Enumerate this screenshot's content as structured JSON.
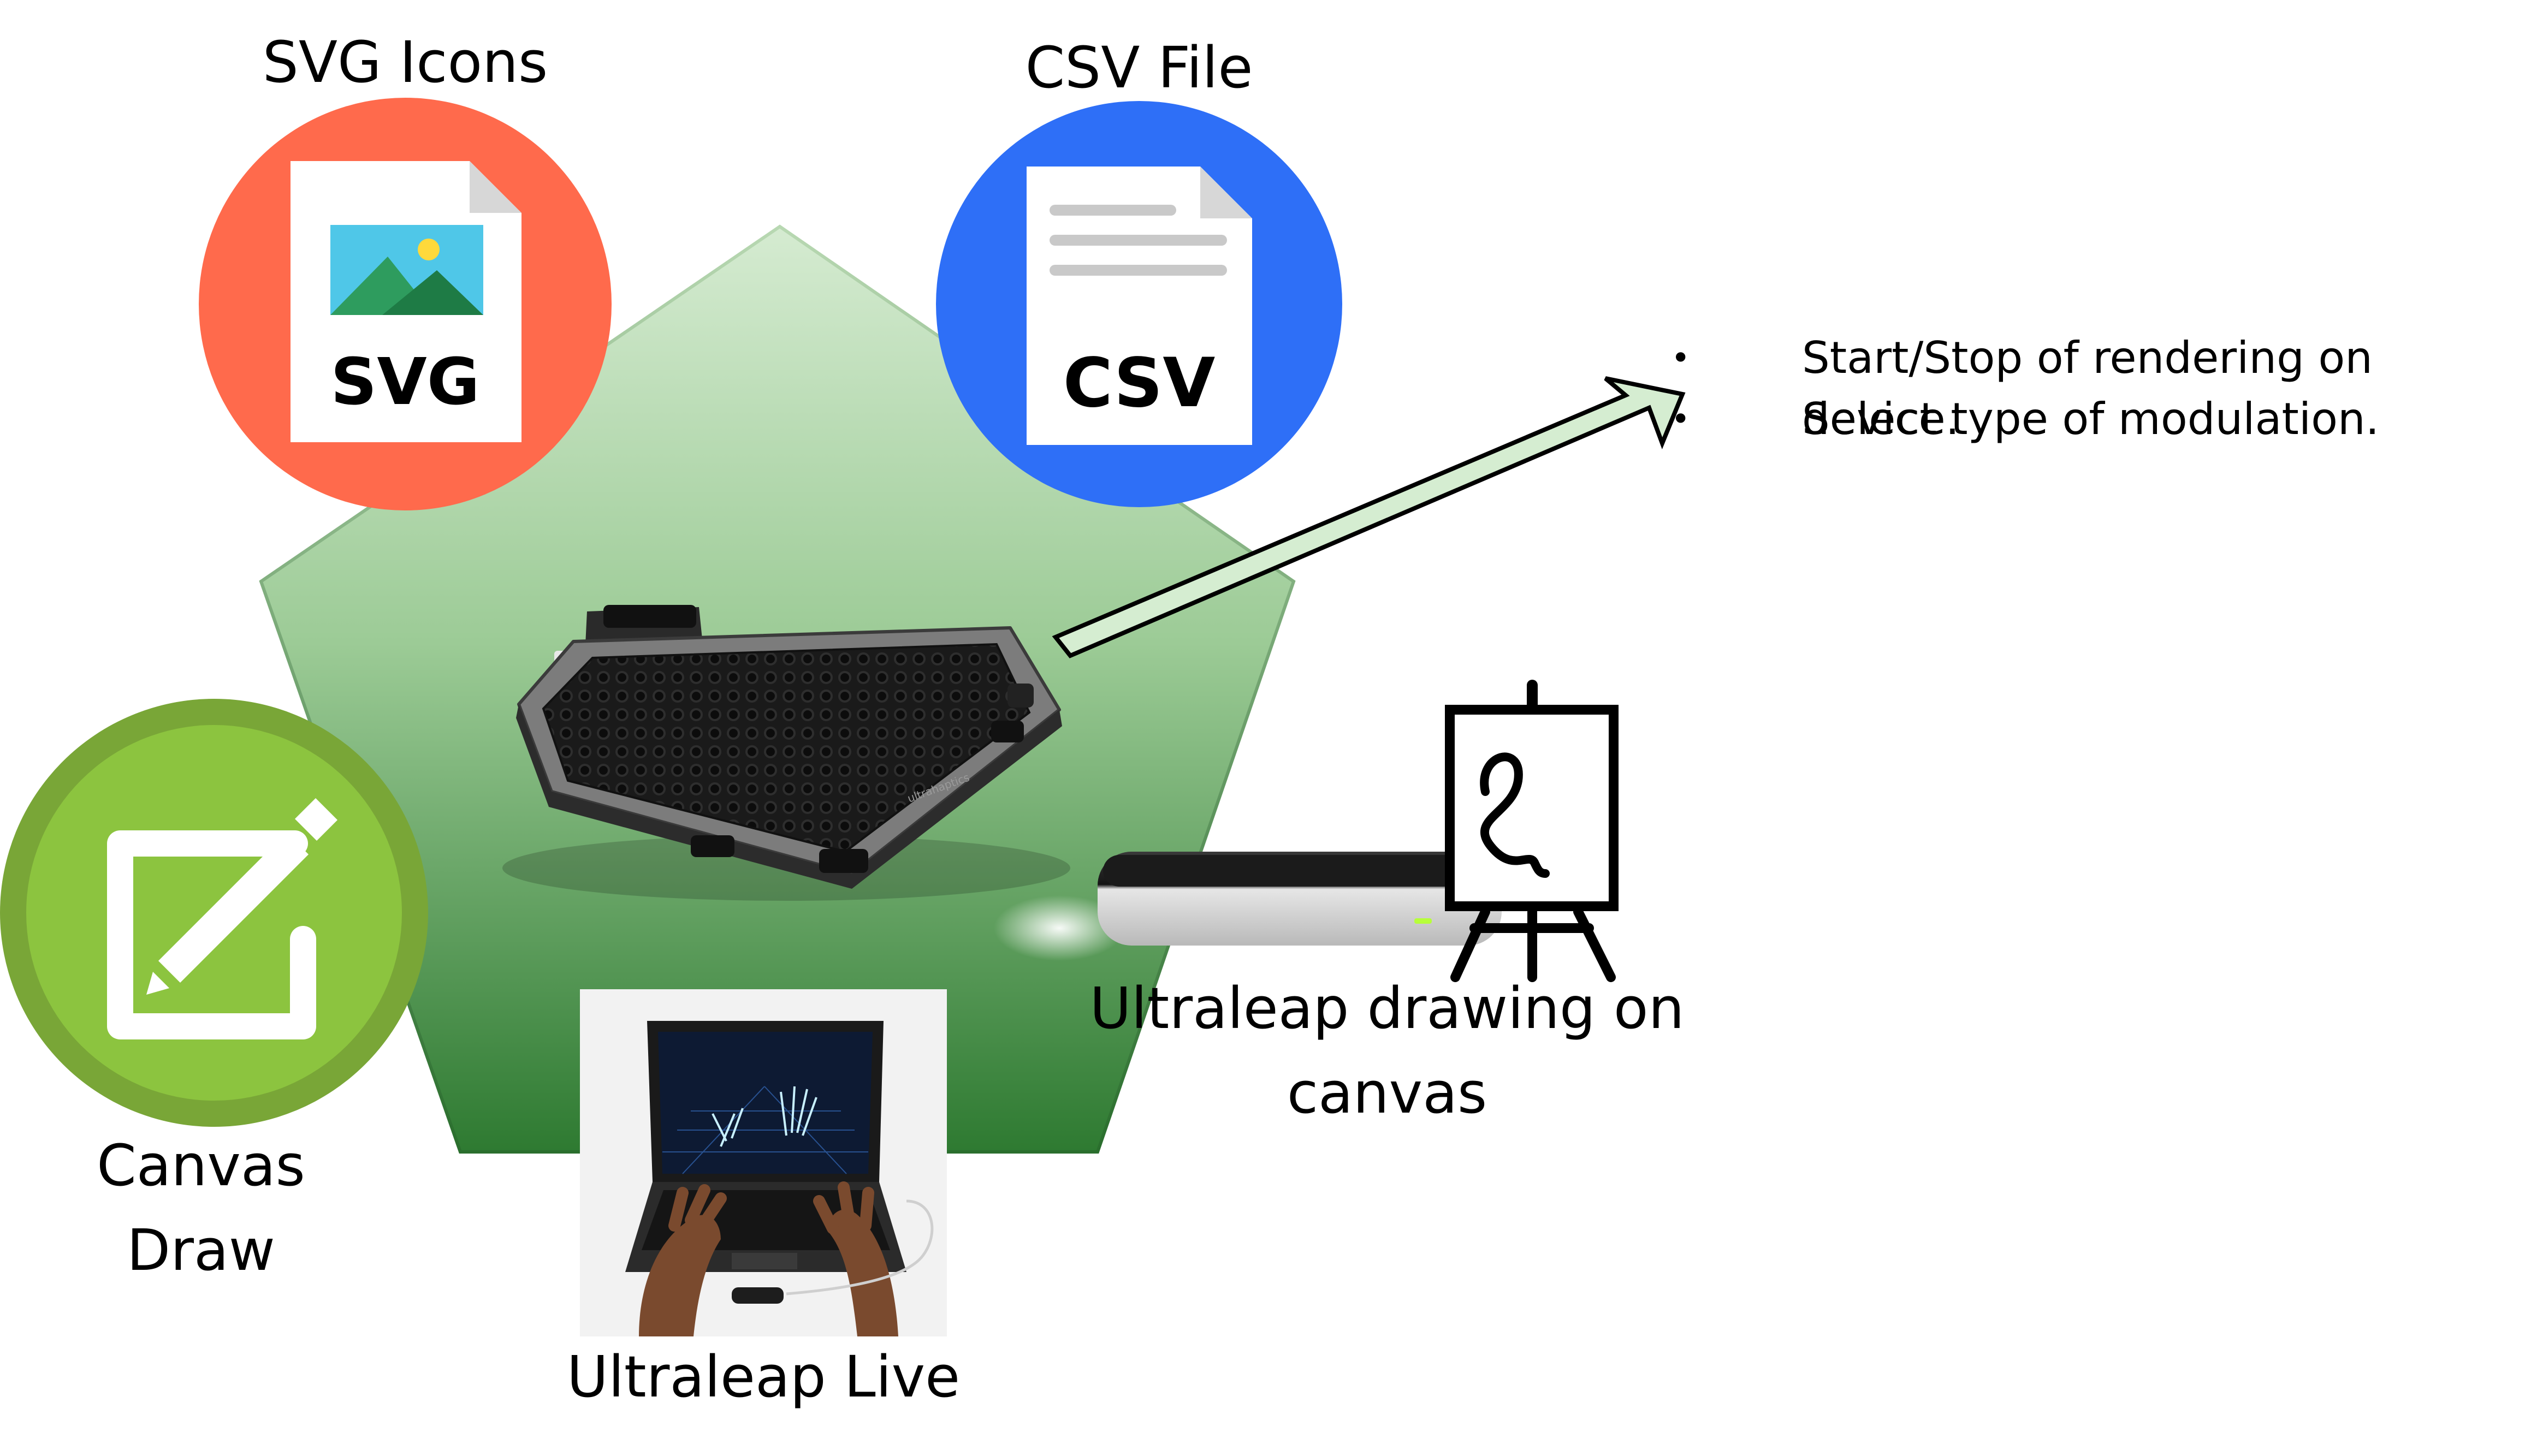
{
  "diagram": {
    "nodes": {
      "svg_icons": {
        "label": "SVG Icons",
        "badge": "SVG",
        "icon": "svg-file-icon",
        "color": "#FF6A4C"
      },
      "csv_file": {
        "label": "CSV File",
        "badge": "CSV",
        "icon": "csv-file-icon",
        "color": "#2E6FF7"
      },
      "canvas_draw": {
        "label_line1": "Canvas",
        "label_line2": "Draw",
        "icon": "edit-pencil-icon",
        "color": "#8CC43F"
      },
      "ultraleap_live": {
        "label": "Ultraleap Live",
        "icon": "laptop-hands-photo"
      },
      "ultraleap_drawing": {
        "label_line1": "Ultraleap drawing on",
        "label_line2": "canvas",
        "icon": "easel-icon"
      },
      "haptic_device": {
        "icon": "ultrasound-array-device"
      },
      "leap_controller": {
        "icon": "leap-motion-controller"
      }
    },
    "center_shape": {
      "type": "pentagon",
      "color_top": "#CFE6CC",
      "color_bottom": "#2F7A32"
    },
    "arrow": {
      "fill": "#D7EED3",
      "stroke": "#000000"
    },
    "bullets": [
      "Start/Stop of rendering on device.",
      "Select type of modulation."
    ],
    "bullet_symbol": "•"
  }
}
